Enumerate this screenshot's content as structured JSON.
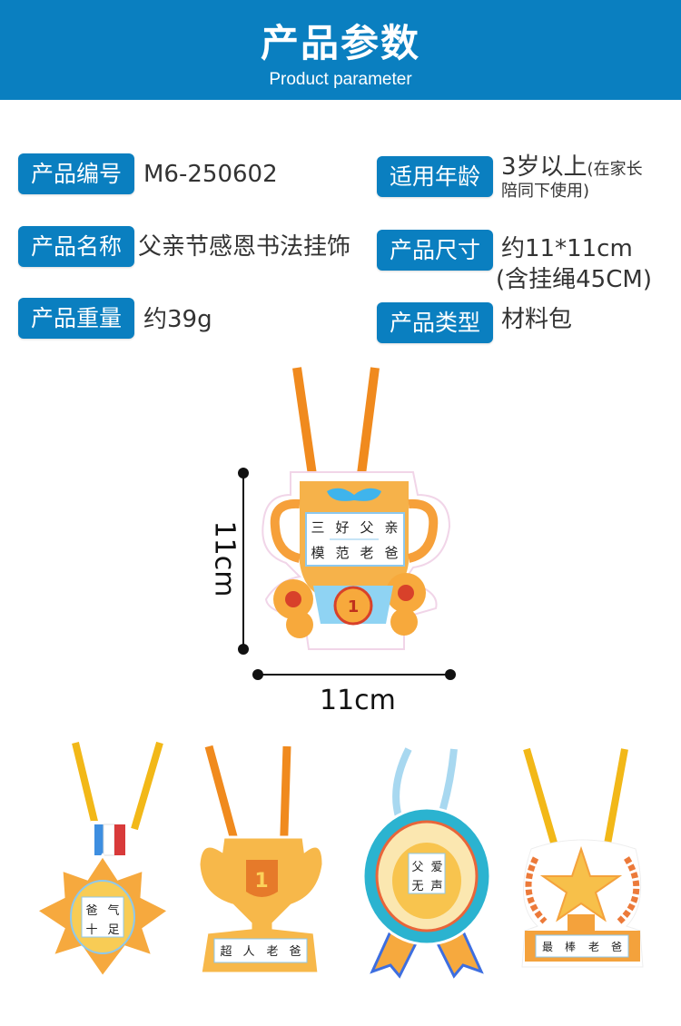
{
  "header": {
    "title": "产品参数",
    "subtitle": "Product parameter"
  },
  "params": [
    {
      "label": "产品编号",
      "value": "M6-250602"
    },
    {
      "label": "产品名称",
      "value": "父亲节感恩书法挂饰"
    },
    {
      "label": "产品重量",
      "value": "约39g"
    },
    {
      "label": "适用年龄",
      "value": "3岁以上",
      "note_line1": "(在家长",
      "note_line2": "陪同下使用)"
    },
    {
      "label": "产品尺寸",
      "value_line1": "约11*11cm",
      "value_line2": "(含挂绳45CM)"
    },
    {
      "label": "产品类型",
      "value": "材料包"
    }
  ],
  "dimensions": {
    "height_label": "11cm",
    "width_label": "11cm"
  },
  "main_product": {
    "grid_text": [
      "三",
      "好",
      "父",
      "亲",
      "模",
      "范",
      "老",
      "爸"
    ],
    "badge": "1"
  },
  "variants": [
    {
      "text": [
        "爸",
        "气",
        "十",
        "足"
      ],
      "ribbon": "#f2b818"
    },
    {
      "text": [
        "超",
        "人",
        "老",
        "爸"
      ],
      "badge": "1",
      "ribbon": "#f08a1e"
    },
    {
      "text": [
        "父",
        "爱",
        "无",
        "声"
      ],
      "ribbon": "#a8d8f0"
    },
    {
      "text": [
        "最",
        "棒",
        "老",
        "爸"
      ],
      "ribbon": "#f2b818"
    }
  ],
  "colors": {
    "brand": "#0a7fc0",
    "orange": "#f4a23c",
    "gold": "#f7c04a"
  }
}
